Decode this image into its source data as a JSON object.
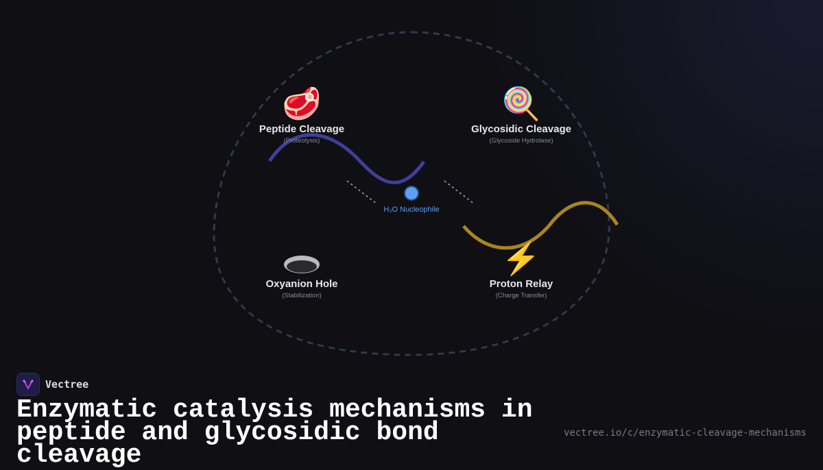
{
  "nodes": [
    {
      "icon": "🥩",
      "title": "Peptide Cleavage",
      "subtitle": "(Proteolysis)"
    },
    {
      "icon": "🍭",
      "title": "Glycosidic Cleavage",
      "subtitle": "(Glycoside Hydrolase)"
    },
    {
      "icon": "",
      "title": "Oxyanion Hole",
      "subtitle": "(Stabilization)"
    },
    {
      "icon": "⚡",
      "title": "Proton Relay",
      "subtitle": "(Charge Transfer)"
    }
  ],
  "center_label": "H₂O Nucleophile",
  "colors": {
    "peptide_wave": "#3f3f9a",
    "proton_wave": "#a8861f",
    "nucleophile": "#5ba0f5",
    "boundary": "#2e3a4c"
  },
  "brand": {
    "name": "Vectree"
  },
  "headline": "Enzymatic catalysis mechanisms in peptide and glycosidic bond cleavage",
  "url": "vectree.io/c/enzymatic-cleavage-mechanisms"
}
